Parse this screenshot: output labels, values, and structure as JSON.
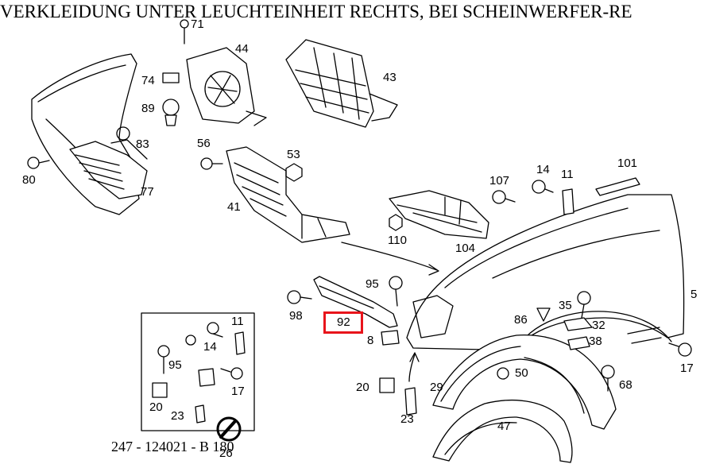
{
  "title": "VERKLEIDUNG UNTER LEUCHTEINHEIT RECHTS, BEI SCHEINWERFER-RE",
  "highlight_color": "#e8141b",
  "highlighted_part": "92",
  "callouts": {
    "p71": "71",
    "p44": "44",
    "p43": "43",
    "p74": "74",
    "p89": "89",
    "p83": "83",
    "p80": "80",
    "p77": "77",
    "p56": "56",
    "p53": "53",
    "p41": "41",
    "p107": "107",
    "p14": "14",
    "p11": "11",
    "p101": "101",
    "p110": "110",
    "p104": "104",
    "p95": "95",
    "p98": "98",
    "p92": "92",
    "p8": "8",
    "p5": "5",
    "p86": "86",
    "p35": "35",
    "p32": "32",
    "p38": "38",
    "p17": "17",
    "p50": "50",
    "p68": "68",
    "p29": "29",
    "p20": "20",
    "p23": "23",
    "p47": "47",
    "box_p11": "11",
    "box_p14": "14",
    "box_p95": "95",
    "box_p17": "17",
    "box_p20": "20",
    "box_p23": "23",
    "box_p26": "26"
  },
  "footer": "247 - 124021 - B 180"
}
